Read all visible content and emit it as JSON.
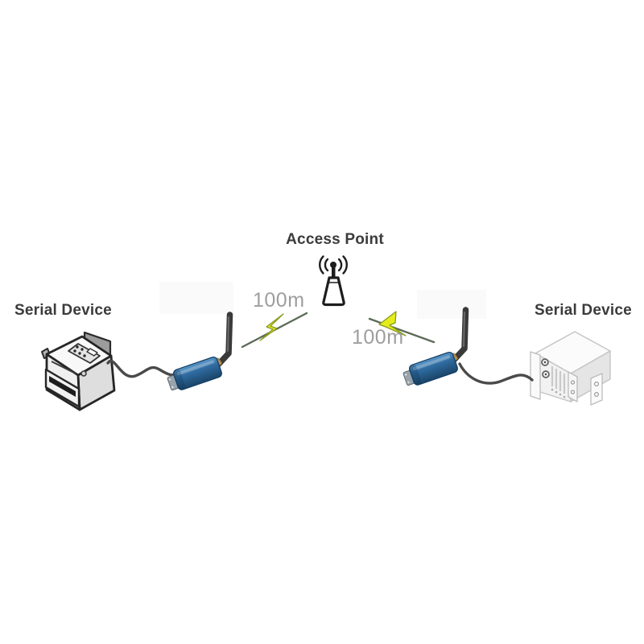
{
  "diagram": {
    "access_point": {
      "label": "Access Point"
    },
    "devices": {
      "left": {
        "label": "Serial Device",
        "icon": "printer-icon"
      },
      "right": {
        "label": "Serial Device",
        "icon": "rack-server-icon"
      }
    },
    "links": {
      "left": {
        "distance": "100m",
        "icon": "lightning-bolt-icon"
      },
      "right": {
        "distance": "100m",
        "icon": "lightning-bolt-icon"
      }
    },
    "adapters": {
      "left": {
        "icon": "wireless-serial-adapter-icon"
      },
      "right": {
        "icon": "wireless-serial-adapter-icon"
      }
    },
    "colors": {
      "label_text": "#3b3b3b",
      "distance_text": "#9e9e9e",
      "bolt_yellow": "#e4ec1b",
      "bolt_outline": "#8a9a22",
      "link_line": "#5b6b57",
      "adapter_blue": "#2f6ba0",
      "adapter_blue_dark": "#1a4569",
      "antenna_gray": "#3a3a3a",
      "brass": "#b3924f",
      "cable_gray": "#4a4a4a",
      "outline_black": "#1d1d1d"
    }
  }
}
